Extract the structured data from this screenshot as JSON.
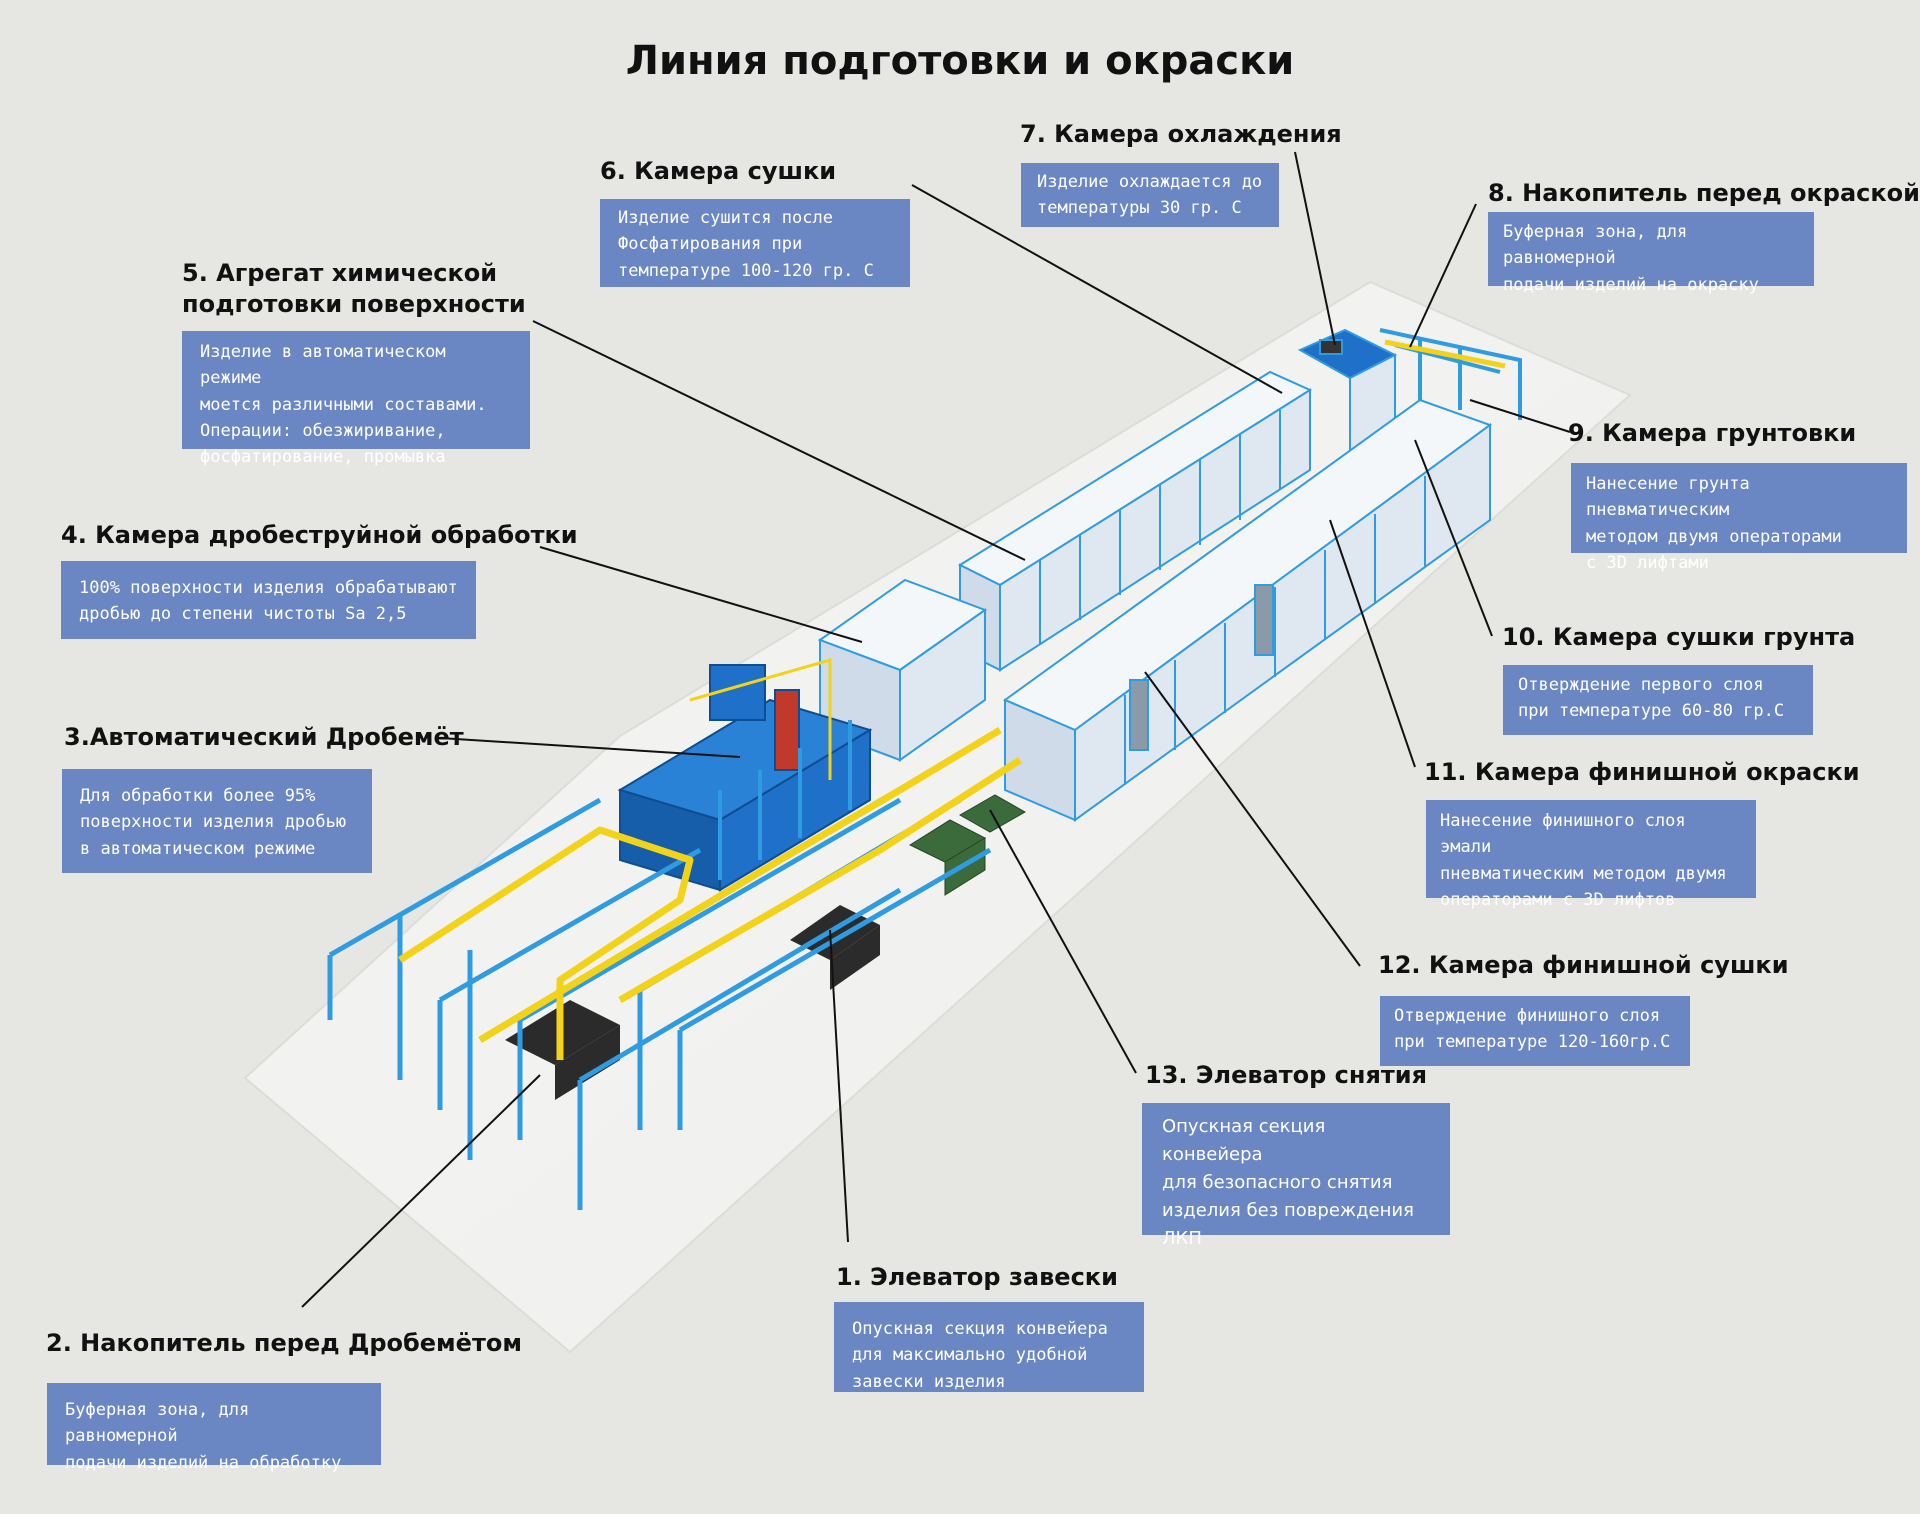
{
  "title": "Линия подготовки и окраски",
  "colors": {
    "background": "#e6e6e3",
    "callout_box": "#6a86c3",
    "structure_blue": "#2f9be0",
    "conveyor_yellow": "#f3d21a",
    "booth_white": "#f4f7fa",
    "machine_blue": "#1e70c8",
    "leader_line": "#111111"
  },
  "callouts": [
    {
      "id": "c1",
      "title": "1. Элеватор завески",
      "lines": [
        "Опускная секция конвейера",
        "для максимально удобной",
        "завески изделия"
      ]
    },
    {
      "id": "c2",
      "title": "2.  Накопитель перед Дробемётом",
      "lines": [
        "Буферная зона, для равномерной",
        "подачи изделий на обработку"
      ]
    },
    {
      "id": "c3",
      "title": "3.Автоматический Дробемёт",
      "lines": [
        "Для обработки более 95%",
        "поверхности изделия дробью",
        "в автоматическом режиме"
      ]
    },
    {
      "id": "c4",
      "title": "4. Камера дробеструйной обработки",
      "lines": [
        "100% поверхности изделия обрабатывают",
        "дробью до степени чистоты Sa 2,5"
      ]
    },
    {
      "id": "c5",
      "title": "5. Агрегат химической\nподготовки поверхности",
      "lines": [
        "Изделие в автоматическом режиме",
        "моется различными составами.",
        "Операции: обезжиривание,",
        "фосфатирование, промывка"
      ]
    },
    {
      "id": "c6",
      "title": "6. Камера сушки",
      "lines": [
        "Изделие сушится после",
        "Фосфатирования при",
        "температуре 100-120 гр. С"
      ]
    },
    {
      "id": "c7",
      "title": "7. Камера охлаждения",
      "lines": [
        "Изделие охлаждается до",
        "температуры 30 гр. С"
      ]
    },
    {
      "id": "c8",
      "title": "8. Накопитель перед окраской",
      "lines": [
        "Буферная зона, для равномерной",
        "подачи изделий на окраску"
      ]
    },
    {
      "id": "c9",
      "title": "9. Камера грунтовки",
      "lines": [
        "Нанесение грунта пневматическим",
        "методом двумя операторами",
        "с 3D лифтами"
      ]
    },
    {
      "id": "c10",
      "title": "10. Камера сушки грунта",
      "lines": [
        "Отверждение первого слоя",
        "при температуре  60-80 гр.С"
      ]
    },
    {
      "id": "c11",
      "title": "11. Камера финишной окраски",
      "lines": [
        "Нанесение финишного слоя эмали",
        "пневматическим методом двумя",
        "операторами с 3D лифтов"
      ]
    },
    {
      "id": "c12",
      "title": "12. Камера финишной сушки",
      "lines": [
        "Отверждение финишного слоя",
        "при температуре 120-160гр.С"
      ]
    },
    {
      "id": "c13",
      "title": "13. Элеватор снятия",
      "lines": [
        "Опускная секция конвейера",
        "для безопасного снятия",
        "изделия без повреждения",
        "ЛКП"
      ]
    }
  ]
}
